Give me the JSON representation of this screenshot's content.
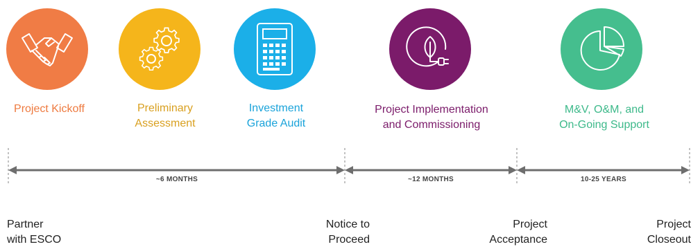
{
  "phases": [
    {
      "label_lines": [
        "Project Kickoff"
      ],
      "color": "#F07C45",
      "icon": "handshake-icon"
    },
    {
      "label_lines": [
        "Preliminary",
        "Assessment"
      ],
      "color": "#F5B51B",
      "icon": "gears-icon"
    },
    {
      "label_lines": [
        "Investment",
        "Grade Audit"
      ],
      "color": "#1BAFE8",
      "icon": "calculator-icon"
    },
    {
      "label_lines": [
        "Project Implementation",
        "and Commissioning"
      ],
      "color": "#7B1B6A",
      "icon": "leaf-plug-icon"
    },
    {
      "label_lines": [
        "M&V, O&M, and",
        "On-Going Support"
      ],
      "color": "#45BE8E",
      "icon": "pie-chart-icon"
    }
  ],
  "label_colors": [
    "#EE7A3F",
    "#D9A020",
    "#1AA3DA",
    "#7B1B6A",
    "#3DB98A"
  ],
  "durations": [
    "~6 MONTHS",
    "~12 MONTHS",
    "10-25 YEARS"
  ],
  "milestones": [
    {
      "lines": [
        "Partner",
        "with ESCO"
      ]
    },
    {
      "lines": [
        "Notice to",
        "Proceed"
      ]
    },
    {
      "lines": [
        "Project",
        "Acceptance"
      ]
    },
    {
      "lines": [
        "Project",
        "Closeout"
      ]
    }
  ],
  "timeline_color": "#6E6E6E"
}
